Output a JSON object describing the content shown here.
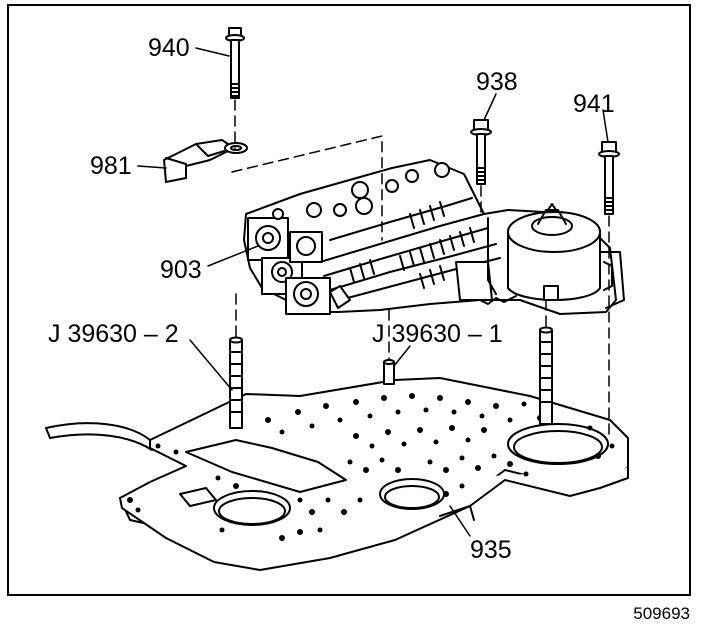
{
  "diagram": {
    "callouts": {
      "c940": "940",
      "c938": "938",
      "c941": "941",
      "c981": "981",
      "c903": "903",
      "cJ2": "J 39630 – 2",
      "cJ1": "J 39630 – 1",
      "c935": "935"
    },
    "figure_id": "509693"
  }
}
